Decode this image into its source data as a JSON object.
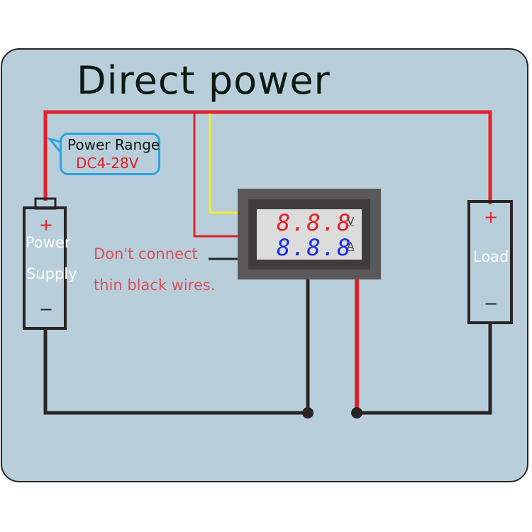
{
  "title": "Direct power",
  "callout": {
    "line1": "Power Range",
    "line2": "DC4-28V"
  },
  "warning": {
    "line1": "Don't connect",
    "line2": "thin black wires."
  },
  "power_supply": {
    "label_line1": "Power",
    "label_line2": "Supply",
    "plus": "+",
    "minus": "−"
  },
  "load": {
    "label": "Load",
    "plus": "+",
    "minus": "−"
  },
  "meter": {
    "voltage_display": "8.8.8",
    "voltage_unit": "V",
    "current_display": "8.8.8",
    "current_unit": "A"
  },
  "colors": {
    "background": "#b8cfdb",
    "positive_wire": "#e3202a",
    "negative_wire": "#2a2424",
    "signal_wire": "#f2ee2a",
    "voltage_digits": "#e3202a",
    "current_digits": "#1a2ee6",
    "callout_border": "#2aa3e0"
  }
}
